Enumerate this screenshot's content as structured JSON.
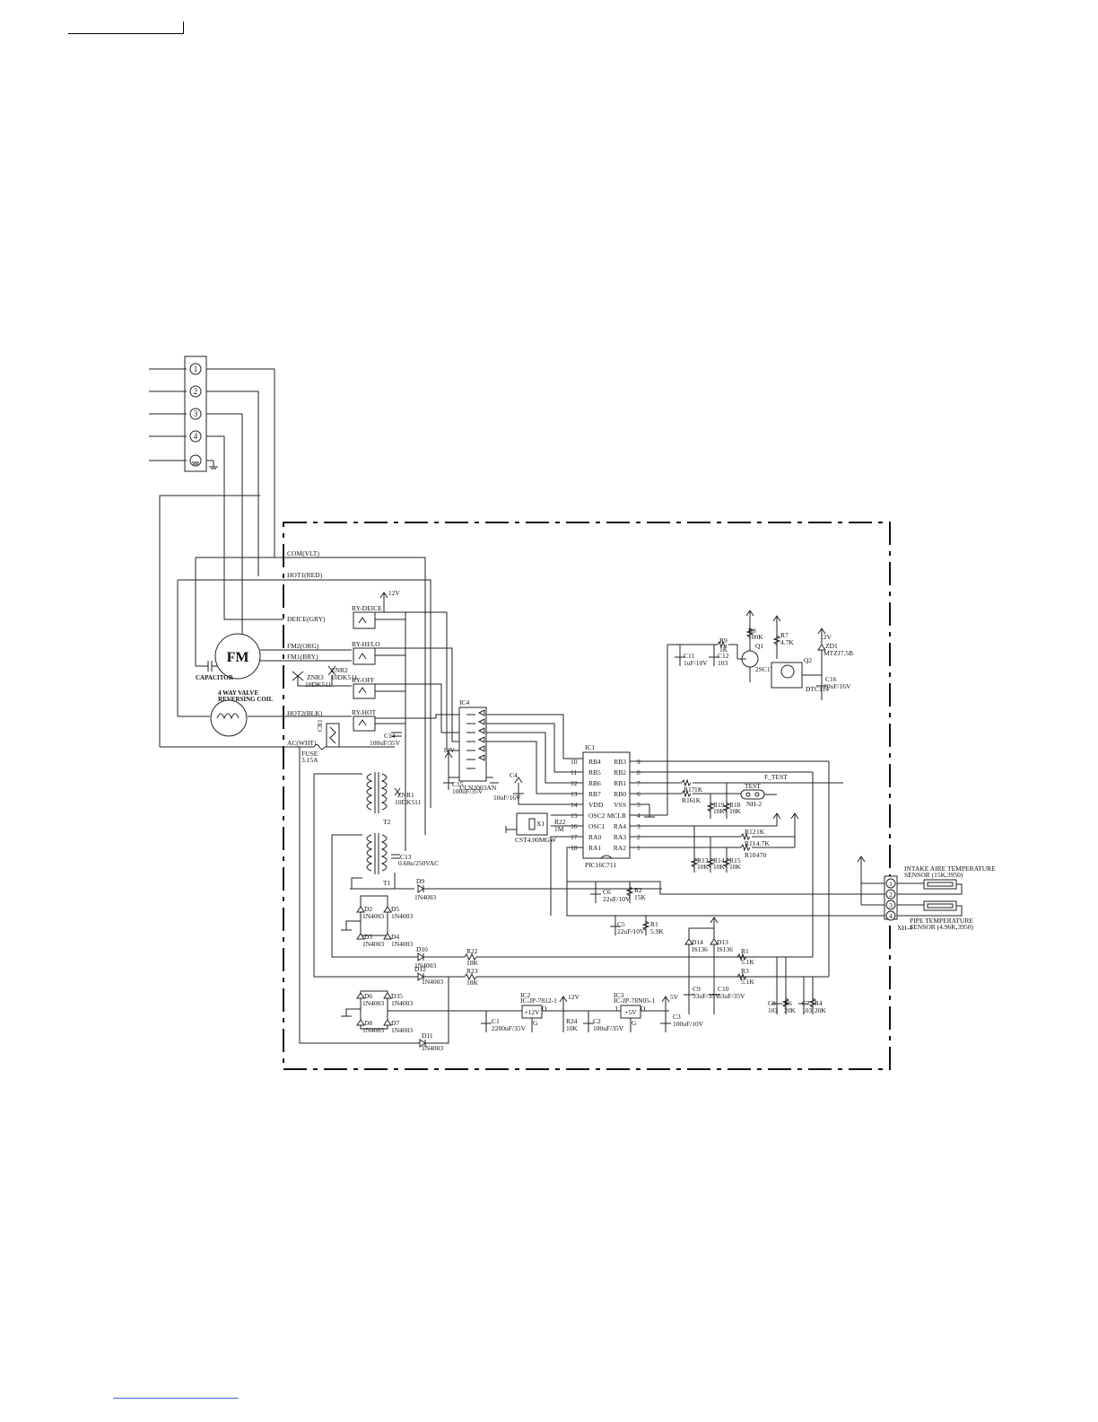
{
  "terminal": {
    "pins": [
      "1",
      "2",
      "3",
      "4"
    ]
  },
  "wires": {
    "com": "COM(VLT)",
    "hot1": "HOT1(RED)",
    "deice": "DEICE(GRY)",
    "fm2": "FM2(ORG)",
    "fm1": "FM1(BRY)",
    "hot2": "HOT2(BLK)",
    "ac": "AC(WHT)"
  },
  "motor": {
    "label": "FM",
    "capacitor": "CAPACITOR",
    "valve_line1": "4 WAY VALVE",
    "valve_line2": "REVERSING COIL"
  },
  "relays": [
    "RY-DEICE",
    "RY-HI/LO",
    "RY-OFF",
    "RY-HOT"
  ],
  "components": {
    "v12": "12V",
    "v5": "5V",
    "znr3": "ZNR3",
    "znr3_val": "10DK511",
    "znr2": "ZNR2",
    "znr2_val": "10DK511",
    "cr1": "CR1",
    "c14": "C14",
    "c14_val": "100uF/35V",
    "fuse": "FUSE",
    "fuse_val": "3.15A",
    "znr1": "ZNR1",
    "znr1_val": "10DK511",
    "t2": "T2",
    "t1": "T1",
    "c13": "C13",
    "c13_val": "0.68u/250VAC",
    "ic4": "IC4",
    "ic4_part": "ULN2003AN",
    "c15": "C15",
    "c15_val": "100uF/35V",
    "c4": "C4",
    "c4_val": "10uF/16V",
    "x1": "X1",
    "x1_part": "CST4.00MGW",
    "r22b": "R22",
    "r22b_val": "1M",
    "ic1": "IC1",
    "ic1_part": "PIC16C711",
    "c11": "C11",
    "c11_val": "1uF/10V",
    "r9": "R9",
    "r9_val": "1K",
    "c12": "C12",
    "c12_val": "103",
    "r8": "R8",
    "r8_val": "100K",
    "q1": "Q1",
    "q1_part": "2SC1740",
    "r7": "R7",
    "r7_val": "4.7K",
    "q2": "Q2",
    "q2_part": "DTC114",
    "zd1": "ZD1",
    "zd1_val": "MTZJ7.5B",
    "c16": "C16",
    "c16_val": "10uF/16V",
    "r17": "R17",
    "r17_val": "1K",
    "r16": "R16",
    "r16_val": "1K",
    "r19": "R19",
    "r19_val": "10K",
    "r18": "R18",
    "r18_val": "10K",
    "test": "TEST",
    "test_part": "NH-2",
    "ftest": "F_TEST",
    "r12": "R12",
    "r12_val": "1K",
    "r11": "R11",
    "r11_val": "4.7K",
    "r10": "R10",
    "r10_val": "470",
    "r13": "R13",
    "r13_val": "10K",
    "r14": "R14",
    "r14_val": "10K",
    "r15": "R15",
    "r15_val": "10K",
    "c6": "C6",
    "c6_val": "22uF/10V",
    "r2": "R2",
    "r2_val": "15K",
    "c5": "C5",
    "c5_val": "22uF/10V",
    "r1b": "R1",
    "r1b_val": "5.9K",
    "d9": "D9",
    "d9_part": "1N4003",
    "d2": "D2",
    "d3": "D3",
    "d4": "D4",
    "d5": "D5",
    "diode_part": "1N4003",
    "d10": "D10",
    "d12": "D12",
    "r22": "R22",
    "r22_val": "18K",
    "r23": "R23",
    "r23_val": "18K",
    "d14": "D14",
    "d14_part": "IS136",
    "d13": "D13",
    "d13_part": "IS136",
    "r1": "R1",
    "r1_val": "5.1K",
    "r3": "R3",
    "r3_val": "5.1K",
    "c9": "C9",
    "c9_val": "33uF/35V",
    "c10": "C10",
    "c10_val": "33uF/35V",
    "c8": "C8",
    "c8_val": "103",
    "r6": "R6",
    "r6_val": "20K",
    "c7": "C7",
    "c7_val": "103",
    "r4": "R4",
    "r4_val": "20K",
    "d6": "D6",
    "d7": "D7",
    "d8": "D8",
    "d35": "D35",
    "d11": "D11",
    "ic2": "IC2",
    "ic2_part": "IC-JP-7812-1",
    "ic2_out": "+12V",
    "ic3": "IC3",
    "ic3_part": "IC-JP-78N05-1",
    "ic3_out": "+5V",
    "c1": "C1",
    "c1_val": "2200uF/35V",
    "r24": "R24",
    "r24_val": "10K",
    "c2": "C2",
    "c2_val": "100uF/35V",
    "c3": "C3",
    "c3_val": "100uF/10V",
    "g": "G",
    "io": "O",
    "ii": "I",
    "xh4": "XH-4"
  },
  "ic1_pins": {
    "left": [
      {
        "num": "10",
        "name": "RB4"
      },
      {
        "num": "11",
        "name": "RB5"
      },
      {
        "num": "12",
        "name": "RB6"
      },
      {
        "num": "13",
        "name": "RB7"
      },
      {
        "num": "14",
        "name": "VDD"
      },
      {
        "num": "15",
        "name": "OSC2"
      },
      {
        "num": "16",
        "name": "OSC1"
      },
      {
        "num": "17",
        "name": "RA0"
      },
      {
        "num": "18",
        "name": "RA1"
      }
    ],
    "right": [
      {
        "num": "9",
        "name": "RB3"
      },
      {
        "num": "8",
        "name": "RB2"
      },
      {
        "num": "7",
        "name": "RB1"
      },
      {
        "num": "6",
        "name": "RB0"
      },
      {
        "num": "5",
        "name": "VSS"
      },
      {
        "num": "4",
        "name": "MCLR"
      },
      {
        "num": "3",
        "name": "RA4"
      },
      {
        "num": "2",
        "name": "RA3"
      },
      {
        "num": "1",
        "name": "RA2"
      }
    ]
  },
  "sensors": {
    "intake_line1": "INTAKE AIRE TEMPERATURE",
    "intake_line2": "SENSOR (15K,3950)",
    "pipe_line1": "PIPE TEMPERATURE",
    "pipe_line2": "SENSOR (4.96K,3950)",
    "pins": [
      "1",
      "2",
      "3",
      "4"
    ]
  }
}
